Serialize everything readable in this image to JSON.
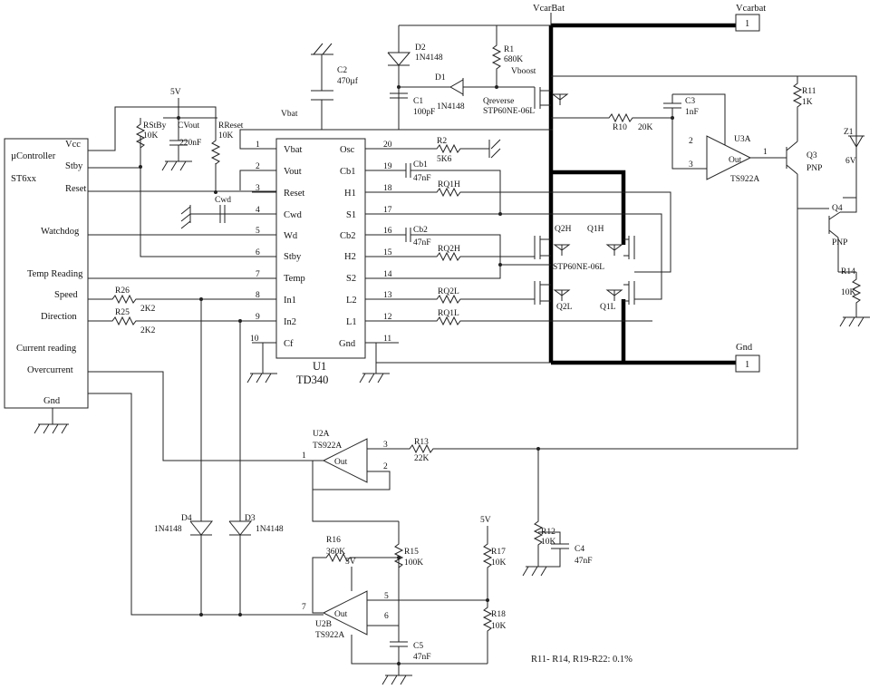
{
  "net_labels": {
    "vcarbat_top": "VcarBat",
    "vcarbat_port": "Vcarbat",
    "vcarbat_port_num": "1",
    "gnd_port": "Gnd",
    "gnd_port_num": "1",
    "vbat": "Vbat",
    "vboost": "Vboost",
    "fivev_top": "5V",
    "fivev_r17": "5V",
    "fivev_u2b": "5V"
  },
  "mcu": {
    "name": "µController",
    "part": "ST6xx",
    "pins": [
      "Vcc",
      "Stby",
      "Reset",
      "Watchdog",
      "Temp Reading",
      "Speed",
      "Direction",
      "Current reading",
      "Overcurrent",
      "Gnd"
    ]
  },
  "u1": {
    "ref": "U1",
    "part": "TD340",
    "left_pins": [
      {
        "num": "1",
        "name": "Vbat"
      },
      {
        "num": "2",
        "name": "Vout"
      },
      {
        "num": "3",
        "name": "Reset"
      },
      {
        "num": "4",
        "name": "Cwd"
      },
      {
        "num": "5",
        "name": "Wd"
      },
      {
        "num": "6",
        "name": "Stby"
      },
      {
        "num": "7",
        "name": "Temp"
      },
      {
        "num": "8",
        "name": "In1"
      },
      {
        "num": "9",
        "name": "In2"
      },
      {
        "num": "10",
        "name": "Cf"
      }
    ],
    "right_pins": [
      {
        "num": "20",
        "name": "Osc"
      },
      {
        "num": "19",
        "name": "Cb1"
      },
      {
        "num": "18",
        "name": "H1"
      },
      {
        "num": "17",
        "name": "S1"
      },
      {
        "num": "16",
        "name": "Cb2"
      },
      {
        "num": "15",
        "name": "H2"
      },
      {
        "num": "14",
        "name": "S2"
      },
      {
        "num": "13",
        "name": "L2"
      },
      {
        "num": "12",
        "name": "L1"
      },
      {
        "num": "11",
        "name": "Gnd"
      }
    ]
  },
  "parts": {
    "rstby": {
      "ref": "RStBy",
      "val": "10K"
    },
    "cvout": {
      "ref": "CVout",
      "val": "220nF"
    },
    "rreset": {
      "ref": "RReset",
      "val": "10K"
    },
    "cwd": {
      "ref": "Cwd"
    },
    "c2": {
      "ref": "C2",
      "val": "470µf"
    },
    "d2": {
      "ref": "D2",
      "val": "1N4148"
    },
    "r1": {
      "ref": "R1",
      "val": "680K"
    },
    "d1": {
      "ref": "D1",
      "val": "1N4148"
    },
    "c1": {
      "ref": "C1",
      "val": "100pF"
    },
    "qreverse": {
      "ref": "Qreverse",
      "val": "STP60NE-06L"
    },
    "r2": {
      "ref": "R2",
      "val": "5K6"
    },
    "cb1": {
      "ref": "Cb1",
      "val": "47nF"
    },
    "rq1h": {
      "ref": "RQ1H"
    },
    "cb2": {
      "ref": "Cb2",
      "val": "47nF"
    },
    "rq2h": {
      "ref": "RQ2H"
    },
    "rq2l": {
      "ref": "RQ2L"
    },
    "rq1l": {
      "ref": "RQ1L"
    },
    "r26": {
      "ref": "R26",
      "val": "2K2"
    },
    "r25": {
      "ref": "R25",
      "val": "2K2"
    },
    "q2h": {
      "ref": "Q2H"
    },
    "q1h": {
      "ref": "Q1H"
    },
    "q2l": {
      "ref": "Q2L"
    },
    "q1l": {
      "ref": "Q1L"
    },
    "bridge_part": {
      "val": "STP60NE-06L"
    },
    "r10": {
      "ref": "R10",
      "val": "20K"
    },
    "c3": {
      "ref": "C3",
      "val": "1nF"
    },
    "r11": {
      "ref": "R11",
      "val": "1K"
    },
    "u3a": {
      "ref": "U3A",
      "val": "TS922A",
      "out": "Out"
    },
    "q3": {
      "ref": "Q3",
      "val": "PNP"
    },
    "z1": {
      "ref": "Z1",
      "val": "6V"
    },
    "q4": {
      "ref": "Q4",
      "val": "PNP"
    },
    "r14": {
      "ref": "R14",
      "val": "10K"
    },
    "u2a": {
      "ref": "U2A",
      "val": "TS922A",
      "out": "Out"
    },
    "r13": {
      "ref": "R13",
      "val": "22K"
    },
    "r12": {
      "ref": "R12",
      "val": "10K"
    },
    "c4": {
      "ref": "C4",
      "val": "47nF"
    },
    "d4": {
      "ref": "D4",
      "val": "1N4148"
    },
    "d3": {
      "ref": "D3",
      "val": "1N4148"
    },
    "r16": {
      "ref": "R16",
      "val": "360K"
    },
    "r15": {
      "ref": "R15",
      "val": "100K"
    },
    "r17": {
      "ref": "R17",
      "val": "10K"
    },
    "r18": {
      "ref": "R18",
      "val": "10K"
    },
    "u2b": {
      "ref": "U2B",
      "val": "TS922A",
      "out": "Out"
    },
    "c5": {
      "ref": "C5",
      "val": "47nF"
    }
  },
  "pin_numbers": {
    "u3a_in2": "2",
    "u3a_in3": "3",
    "u3a_out": "1",
    "u2a_out": "1",
    "u2a_in3": "3",
    "u2a_in2": "2",
    "u2b_in5": "5",
    "u2b_in6": "6",
    "u2b_out": "7"
  },
  "note": "R11- R14, R19-R22: 0.1%"
}
